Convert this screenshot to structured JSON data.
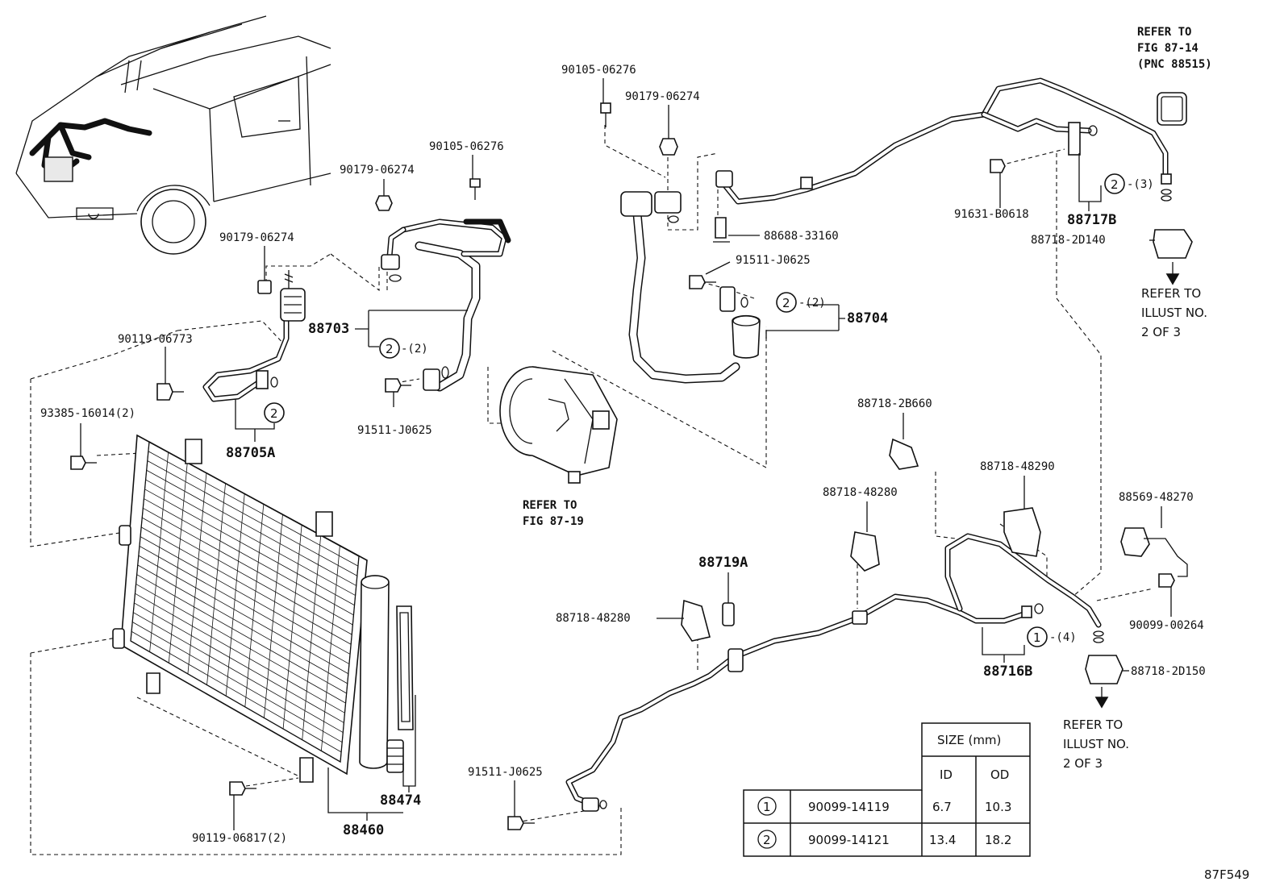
{
  "labels": {
    "p1": "90105-06276",
    "p2": "90179-06274",
    "p3": "90105-06276",
    "p4": "90179-06274",
    "p5": "90179-06274",
    "p6": "88703",
    "p7": "90119-06773",
    "p8": "93385-16014(2)",
    "p9": "88705A",
    "p10": "91511-J0625",
    "p11": "88688-33160",
    "p12": "91511-J0625",
    "p13": "88704",
    "p14": "91631-B0618",
    "p15": "88717B",
    "p16": "88718-2D140",
    "p17": "88718-2B660",
    "p18": "88718-48290",
    "p19": "88718-48280",
    "p20": "88569-48270",
    "p21": "88719A",
    "p22": "88718-48280",
    "p23": "90099-00264",
    "p24": "88716B",
    "p25": "88718-2D150",
    "p26": "91511-J0625",
    "p27": "88474",
    "p28": "88460",
    "p29": "90119-06817(2)",
    "qty_2a": "-(2)",
    "qty_2b": "-(2)",
    "qty_3": "-(3)",
    "qty_4": "-(4)",
    "circle_1": "1",
    "circle_2": "2"
  },
  "refs": {
    "top_right": [
      "REFER TO",
      "FIG 87-14",
      "(PNC 88515)"
    ],
    "compressor": [
      "REFER TO",
      "FIG 87-19"
    ],
    "illust_a": [
      "REFER TO",
      "ILLUST NO.",
      "2 OF 3"
    ],
    "illust_b": [
      "REFER TO",
      "ILLUST NO.",
      "2 OF 3"
    ]
  },
  "size_table": {
    "header": "SIZE (mm)",
    "columns": [
      "ID",
      "OD"
    ],
    "rows": [
      {
        "mark": "1",
        "part": "90099-14119",
        "id": "6.7",
        "od": "10.3"
      },
      {
        "mark": "2",
        "part": "90099-14121",
        "id": "13.4",
        "od": "18.2"
      }
    ]
  },
  "figure_code": "87F549"
}
